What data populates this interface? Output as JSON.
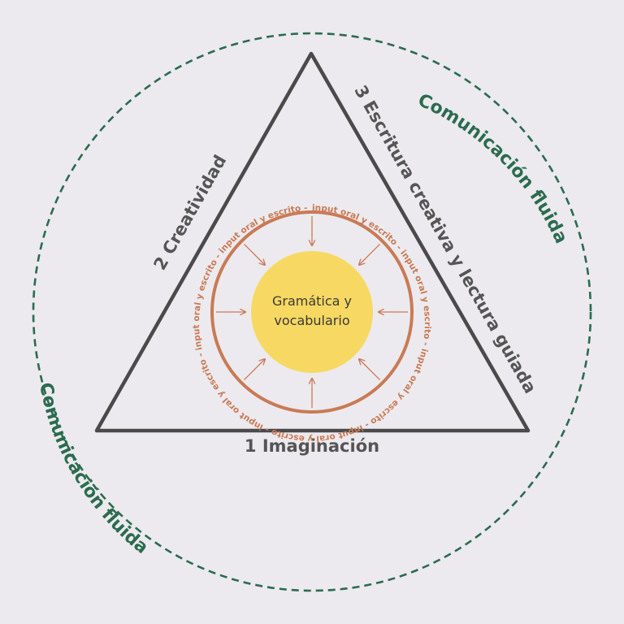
{
  "colors": {
    "background": "#eceaee",
    "outer_circle": "#2b6b4f",
    "outer_text": "#2b6b4f",
    "triangle": "#4a4a4a",
    "side_text": "#555555",
    "ring": "#c97a55",
    "ring_text": "#c97a55",
    "arrows": "#c97a55",
    "center_fill": "#f7d862",
    "center_text": "#3a3a3a"
  },
  "outer": {
    "label_top_right": "Comunicación fluida",
    "label_bottom_left": "Comunicación fluida"
  },
  "triangle": {
    "bottom_label": "1 Imaginación",
    "left_label": "2 Creatividad",
    "right_label": "3 Escritura creativa y lectura guiada"
  },
  "ring": {
    "repeated_text": "input oral y escrito -  input oral y escrito -  input oral y escrito -  input oral y escrito -  input oral y escrito -  input oral y escrito -  input oral y escrito - "
  },
  "center": {
    "line1": "Gramática y",
    "line2": "vocabulario"
  }
}
